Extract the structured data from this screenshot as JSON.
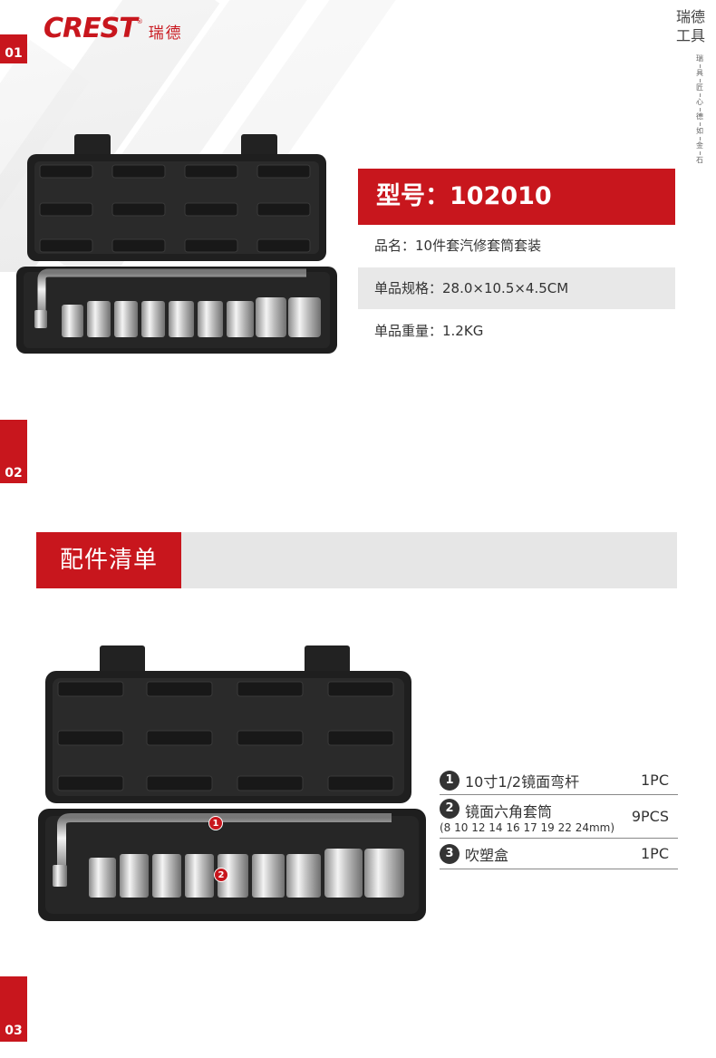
{
  "sections": {
    "s1": "01",
    "s2": "02",
    "s3": "03"
  },
  "logo": {
    "text": "CREST",
    "reg": "®",
    "cn": "瑞德"
  },
  "brand_cn": {
    "line1": "瑞德",
    "line2": "工具"
  },
  "slogan": [
    "瑞",
    "具",
    "匠",
    "心",
    "德",
    "如",
    "金",
    "石"
  ],
  "product": {
    "model": "型号：102010",
    "name": "品名：10件套汽修套筒套装",
    "size": "单品规格：28.0×10.5×4.5CM",
    "weight": "单品重量：1.2KG"
  },
  "parts": {
    "title": "配件清单",
    "items": [
      {
        "num": "1",
        "name": "10寸1/2镜面弯杆",
        "sub": "",
        "qty": "1PC"
      },
      {
        "num": "2",
        "name": "镜面六角套筒",
        "sub": "(8 10 12 14 16 17 19 22 24mm)",
        "qty": "9PCS"
      },
      {
        "num": "3",
        "name": "吹塑盒",
        "sub": "",
        "qty": "1PC"
      }
    ]
  },
  "markers": {
    "m1": "1",
    "m2": "2"
  },
  "colors": {
    "accent": "#c8161d",
    "gray_bar": "#e6e6e6",
    "case": "#1e1e1e"
  }
}
